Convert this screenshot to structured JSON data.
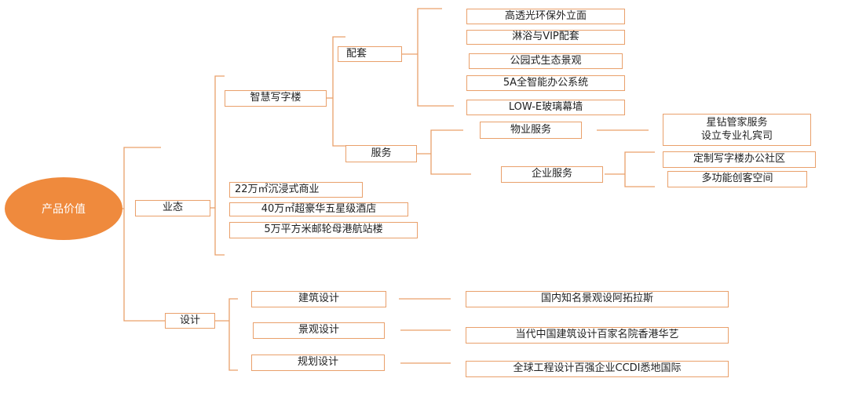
{
  "colors": {
    "accent": "#ef8a3d",
    "connector": "#e9a06b",
    "box_border": "#e9a06b",
    "text": "#1f1f1f"
  },
  "root": "产品价值",
  "branches": {
    "yetai": {
      "label": "业态",
      "zhihui": {
        "label": "智慧写字楼",
        "peitao": {
          "label": "配套",
          "items": [
            "高透光环保外立面",
            "淋浴与VIP配套",
            "公园式生态景观",
            "5A全智能办公系统",
            "LOW-E玻璃幕墙"
          ]
        },
        "fuwu": {
          "label": "服务",
          "wuye": {
            "label": "物业服务",
            "detail_line1": "星钻管家服务",
            "detail_line2": "设立专业礼宾司"
          },
          "qiye": {
            "label": "企业服务",
            "items": [
              "定制写字楼办公社区",
              "多功能创客空间"
            ]
          }
        }
      },
      "others": [
        "22万㎡沉浸式商业",
        "40万㎡超豪华五星级酒店",
        "5万平方米邮轮母港航站楼"
      ]
    },
    "sheji": {
      "label": "设计",
      "items": [
        {
          "label": "建筑设计",
          "detail": "国内知名景观设阿拓拉斯"
        },
        {
          "label": "景观设计",
          "detail": "当代中国建筑设计百家名院香港华艺"
        },
        {
          "label": "规划设计",
          "detail": "全球工程设计百强企业CCDI悉地国际"
        }
      ]
    }
  }
}
